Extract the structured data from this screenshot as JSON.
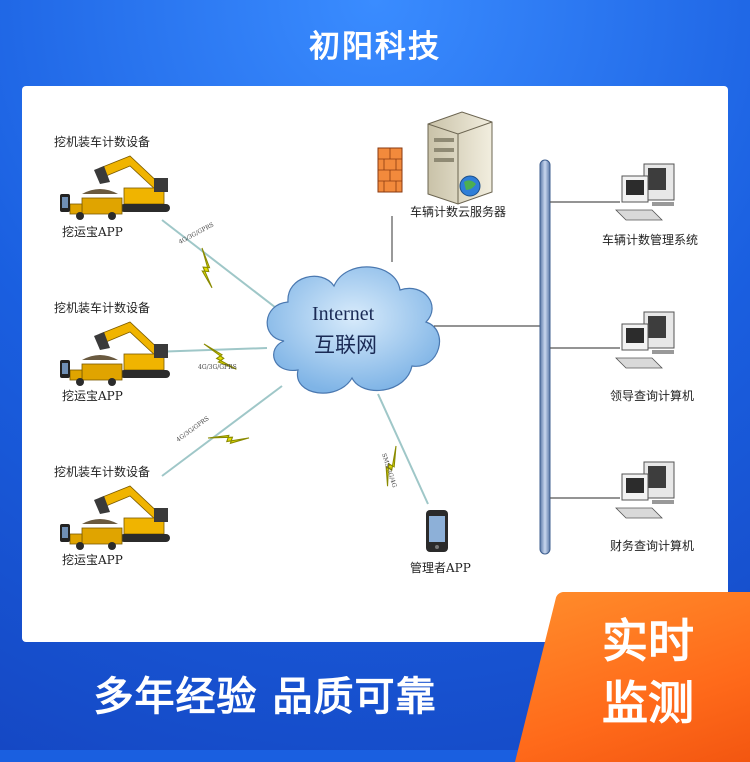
{
  "header": {
    "title": "初阳科技"
  },
  "diagram": {
    "devices": [
      {
        "title": "挖机装车计数设备",
        "app": "挖运宝APP",
        "link": "4G/3G/GPRS"
      },
      {
        "title": "挖机装车计数设备",
        "app": "挖运宝APP",
        "link": "4G/3G/GPRS"
      },
      {
        "title": "挖机装车计数设备",
        "app": "挖运宝APP",
        "link": "4G/3G/GPRS"
      }
    ],
    "server_label": "车辆计数云服务器",
    "internet_en": "Internet",
    "internet_cn": "互联网",
    "manager_app": "管理者APP",
    "manager_link": "SMS/3G/4G",
    "clients": [
      "车辆计数管理系统",
      "领导查询计算机",
      "财务查询计算机"
    ]
  },
  "footer": {
    "slogan": "多年经验 品质可靠",
    "badge_line1": "实时",
    "badge_line2": "监测"
  },
  "colors": {
    "brand_blue": "#1a5fe0",
    "badge_orange": "#ff6a1a",
    "excavator_yellow": "#f0b400",
    "cloud_blue": "#9cc7f0",
    "bolt_yellow": "#e6e000"
  }
}
